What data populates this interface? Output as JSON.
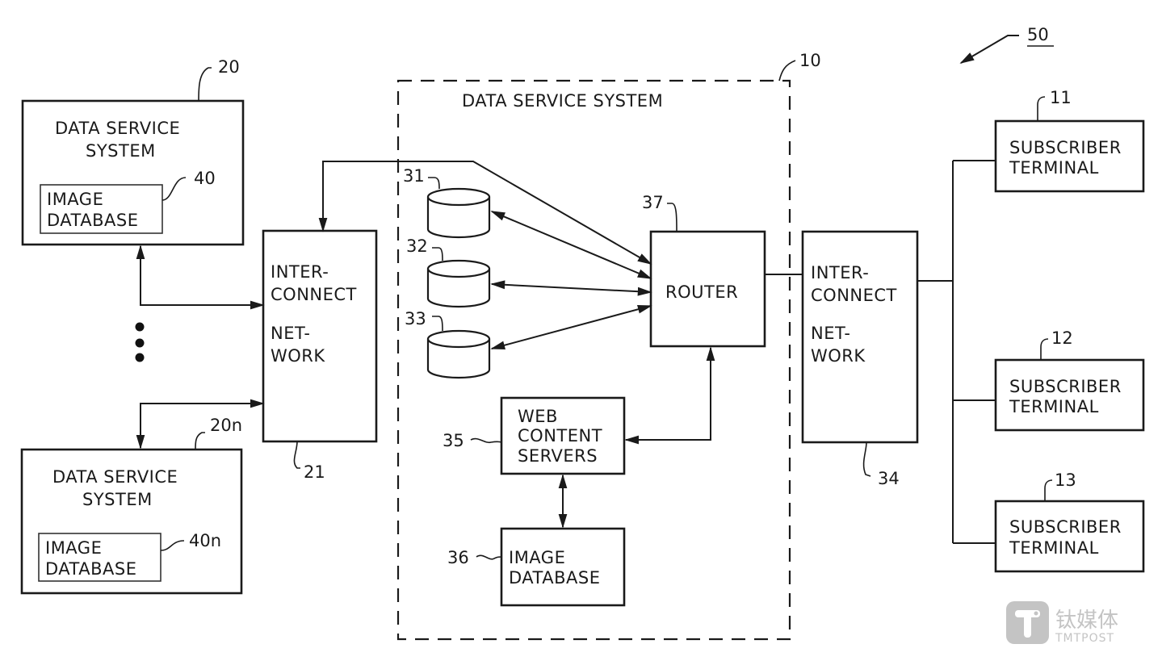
{
  "figure": {
    "ref": "50",
    "system_center": {
      "ref": "10",
      "title": "DATA SERVICE SYSTEM",
      "databases": [
        {
          "ref": "31"
        },
        {
          "ref": "32"
        },
        {
          "ref": "33"
        }
      ],
      "router": {
        "ref": "37",
        "label": "ROUTER"
      },
      "web_servers": {
        "ref": "35",
        "lines": [
          "WEB",
          "CONTENT",
          "SERVERS"
        ]
      },
      "image_db": {
        "ref": "36",
        "lines": [
          "IMAGE",
          "DATABASE"
        ]
      }
    },
    "left_systems": [
      {
        "ref": "20",
        "lines": [
          "DATA SERVICE",
          "SYSTEM"
        ],
        "db": {
          "ref": "40",
          "lines": [
            "IMAGE",
            "DATABASE"
          ]
        }
      },
      {
        "ref": "20n",
        "lines": [
          "DATA SERVICE",
          "SYSTEM"
        ],
        "db": {
          "ref": "40n",
          "lines": [
            "IMAGE",
            "DATABASE"
          ]
        }
      }
    ],
    "left_network": {
      "ref": "21",
      "lines": [
        "INTER-",
        "CONNECT",
        "NET-",
        "WORK"
      ]
    },
    "right_network": {
      "ref": "34",
      "lines": [
        "INTER-",
        "CONNECT",
        "NET-",
        "WORK"
      ]
    },
    "terminals": [
      {
        "ref": "11",
        "lines": [
          "SUBSCRIBER",
          "TERMINAL"
        ]
      },
      {
        "ref": "12",
        "lines": [
          "SUBSCRIBER",
          "TERMINAL"
        ]
      },
      {
        "ref": "13",
        "lines": [
          "SUBSCRIBER",
          "TERMINAL"
        ]
      }
    ]
  },
  "watermark": {
    "icon": "t-logo-icon",
    "cn": "钛媒体",
    "en": "TMTPOST",
    "color": "#c4c4c4"
  }
}
